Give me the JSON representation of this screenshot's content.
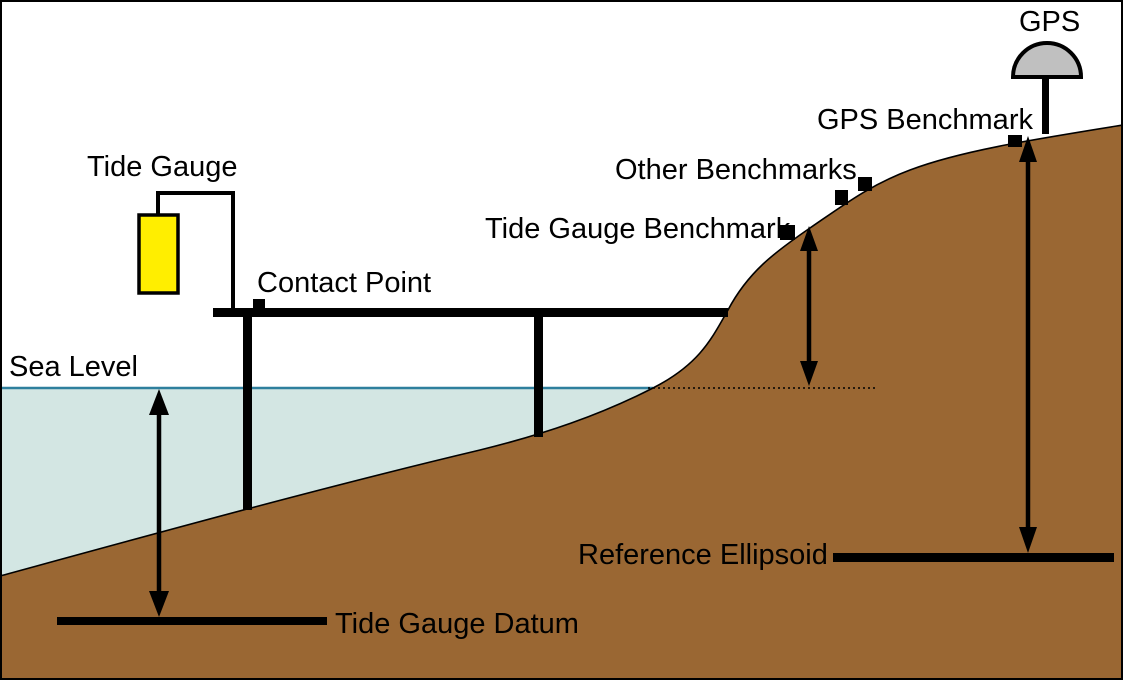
{
  "diagram": {
    "title": "Tide gauge, benchmarks and GPS reference levels diagram",
    "labels": {
      "tide_gauge": "Tide Gauge",
      "contact_point": "Contact Point",
      "sea_level": "Sea Level",
      "tide_gauge_benchmark": "Tide Gauge Benchmark",
      "other_benchmarks": "Other Benchmarks",
      "gps_benchmark": "GPS Benchmark",
      "gps": "GPS",
      "tide_gauge_datum": "Tide Gauge Datum",
      "reference_ellipsoid": "Reference Ellipsoid"
    },
    "icons": {
      "tide_gauge_instrument": "yellow-box-icon",
      "gps_antenna": "gray-dome-icon",
      "benchmark_marker": "black-square-icon",
      "distance_arrow": "double-headed-vertical-arrow"
    },
    "colors": {
      "background": "#FFFFFF",
      "ink": "#000000",
      "terrain": "#9A6733",
      "water": "#D3E6E3",
      "sea_line": "#2E7F9D",
      "gauge_fill": "#FFEE00",
      "gps_dome_fill": "#C0C0C0"
    }
  }
}
